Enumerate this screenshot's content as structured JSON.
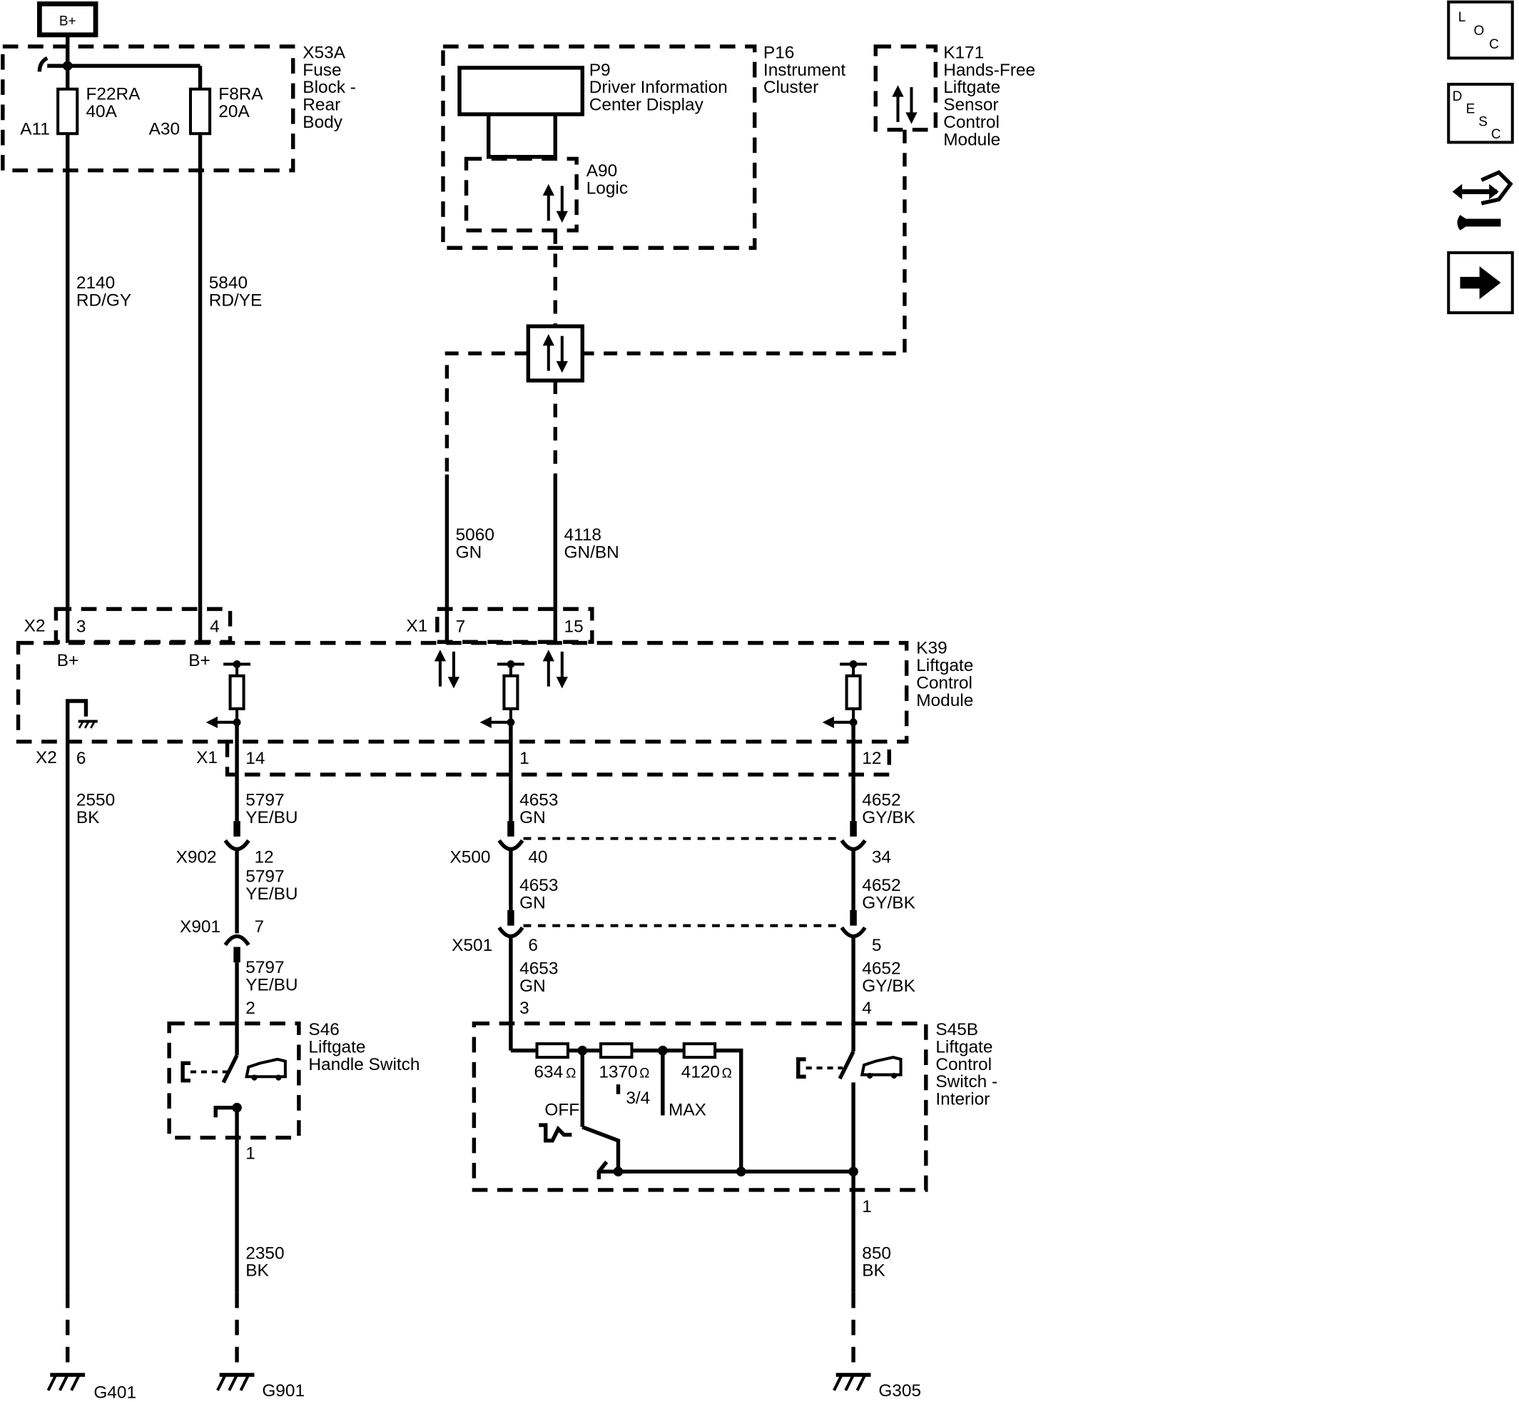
{
  "power": {
    "source": "B+"
  },
  "fuse_block": {
    "id": "X53A",
    "lines": [
      "Fuse",
      "Block -",
      "Rear",
      "Body"
    ]
  },
  "fuses": [
    {
      "id": "F22RA",
      "rating": "40A",
      "terminal": "A11"
    },
    {
      "id": "F8RA",
      "rating": "20A",
      "terminal": "A30"
    }
  ],
  "instrument_cluster": {
    "id": "P16",
    "lines": [
      "Instrument",
      "Cluster"
    ]
  },
  "display": {
    "id": "P9",
    "lines": [
      "Driver Information",
      "Center Display"
    ]
  },
  "logic": {
    "id": "A90",
    "name": "Logic"
  },
  "sensor_module": {
    "id": "K171",
    "lines": [
      "Hands-Free",
      "Liftgate",
      "Sensor",
      "Control",
      "Module"
    ]
  },
  "control_module": {
    "id": "K39",
    "lines": [
      "Liftgate",
      "Control",
      "Module"
    ],
    "bplus": "B+"
  },
  "wires": {
    "w2140": {
      "circuit": "2140",
      "color": "RD/GY"
    },
    "w5840": {
      "circuit": "5840",
      "color": "RD/YE"
    },
    "w5060": {
      "circuit": "5060",
      "color": "GN"
    },
    "w4118": {
      "circuit": "4118",
      "color": "GN/BN"
    },
    "w2550": {
      "circuit": "2550",
      "color": "BK"
    },
    "w5797": {
      "circuit": "5797",
      "color": "YE/BU"
    },
    "w4653": {
      "circuit": "4653",
      "color": "GN"
    },
    "w4652": {
      "circuit": "4652",
      "color": "GY/BK"
    },
    "w2350": {
      "circuit": "2350",
      "color": "BK"
    },
    "w850": {
      "circuit": "850",
      "color": "BK"
    }
  },
  "connectors": {
    "x2": "X2",
    "x1": "X1",
    "x902": "X902",
    "x901": "X901",
    "x500": "X500",
    "x501": "X501"
  },
  "pins": {
    "x2_3": "3",
    "x2_4": "4",
    "x1_7": "7",
    "x1_15": "15",
    "x2_6": "6",
    "x1_14": "14",
    "x1_1": "1",
    "x1_12": "12",
    "x902_12": "12",
    "x901_7": "7",
    "x500_40": "40",
    "x500_34": "34",
    "x501_6": "6",
    "x501_5": "5",
    "s46_2": "2",
    "s46_1": "1",
    "s45_3": "3",
    "s45_4": "4",
    "s45_1": "1"
  },
  "handle_switch": {
    "id": "S46",
    "lines": [
      "Liftgate",
      "Handle Switch"
    ]
  },
  "interior_switch": {
    "id": "S45B",
    "lines": [
      "Liftgate",
      "Control",
      "Switch -",
      "Interior"
    ]
  },
  "resistors": [
    {
      "value": "634",
      "unit": "Ω"
    },
    {
      "value": "1370",
      "unit": "Ω"
    },
    {
      "value": "4120",
      "unit": "Ω"
    }
  ],
  "switch_positions": {
    "off": "OFF",
    "three_quarter": "3/4",
    "max": "MAX"
  },
  "grounds": {
    "g401": "G401",
    "g901": "G901",
    "g305": "G305"
  },
  "nav": {
    "loc": [
      "L",
      "O",
      "C"
    ],
    "desc": [
      "D",
      "E",
      "S",
      "C"
    ]
  }
}
